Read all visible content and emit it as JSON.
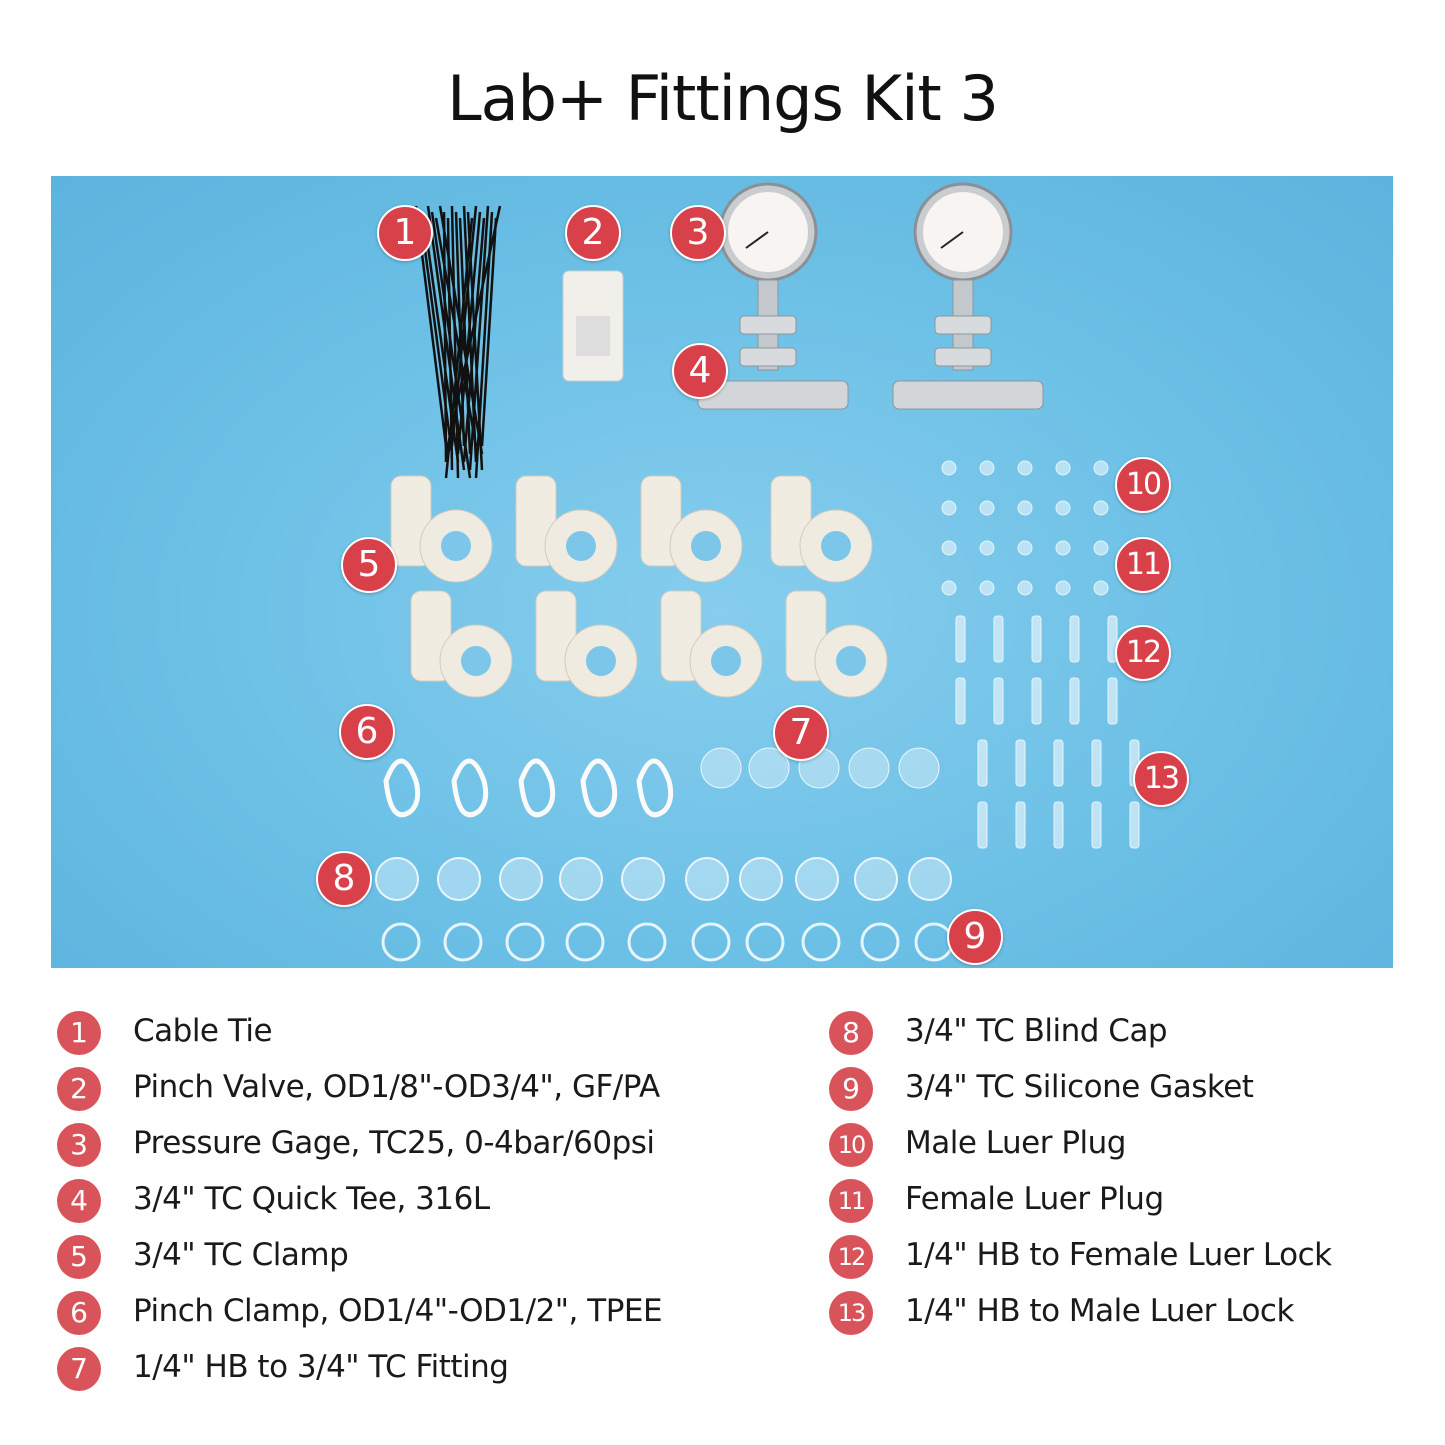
{
  "title": "Lab+ Fittings Kit 3",
  "colors": {
    "accent": "#d9414a",
    "photo_background": "#6cc0e6"
  },
  "callouts": [
    "1",
    "2",
    "3",
    "4",
    "5",
    "6",
    "7",
    "8",
    "9",
    "10",
    "11",
    "12",
    "13"
  ],
  "legend": [
    {
      "num": "1",
      "label": "Cable Tie"
    },
    {
      "num": "2",
      "label": "Pinch Valve, OD1/8\"-OD3/4\", GF/PA"
    },
    {
      "num": "3",
      "label": "Pressure Gage, TC25, 0-4bar/60psi"
    },
    {
      "num": "4",
      "label": "3/4\" TC Quick Tee, 316L"
    },
    {
      "num": "5",
      "label": "3/4\" TC Clamp"
    },
    {
      "num": "6",
      "label": "Pinch Clamp, OD1/4\"-OD1/2\", TPEE"
    },
    {
      "num": "7",
      "label": "1/4\" HB to 3/4\" TC Fitting"
    },
    {
      "num": "8",
      "label": "3/4\" TC Blind Cap"
    },
    {
      "num": "9",
      "label": "3/4\" TC Silicone Gasket"
    },
    {
      "num": "10",
      "label": "Male Luer Plug"
    },
    {
      "num": "11",
      "label": "Female Luer Plug"
    },
    {
      "num": "12",
      "label": "1/4\" HB to Female Luer Lock"
    },
    {
      "num": "13",
      "label": "1/4\" HB to Male Luer Lock"
    }
  ]
}
